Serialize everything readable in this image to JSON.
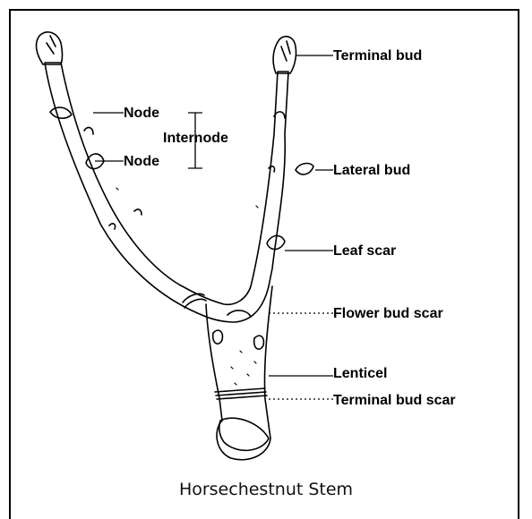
{
  "labels": {
    "terminal_bud": "Terminal bud",
    "node_upper": "Node",
    "internode": "Internode",
    "node_lower": "Node",
    "lateral_bud": "Lateral bud",
    "leaf_scar": "Leaf scar",
    "flower_bud_scar": "Flower bud scar",
    "lenticel": "Lenticel",
    "terminal_bud_scar": "Terminal bud scar"
  },
  "caption": "Horsechestnut Stem"
}
